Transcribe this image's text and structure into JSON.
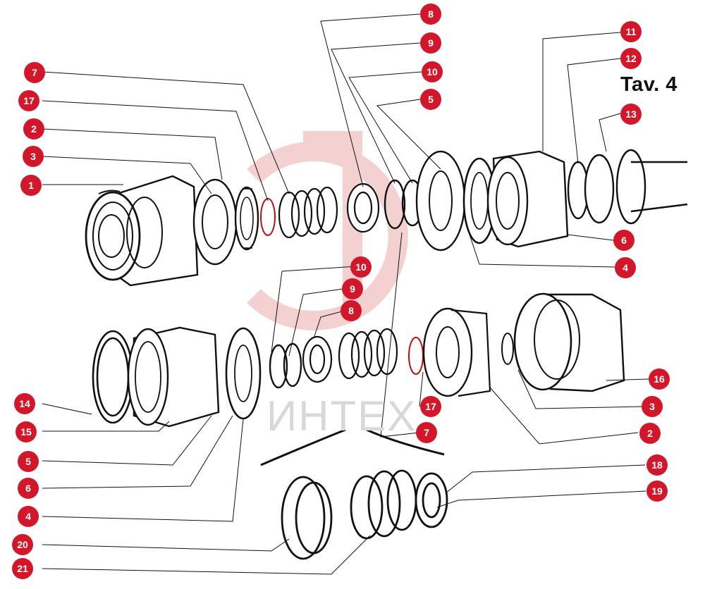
{
  "title": "Tav. 4",
  "watermark": "ИНТЕХ",
  "colors": {
    "callout": "#d3172b",
    "line": "#111111",
    "watermark": "#f3c9c9"
  },
  "callouts": [
    {
      "id": "c8a",
      "label": "8"
    },
    {
      "id": "c9a",
      "label": "9"
    },
    {
      "id": "c10a",
      "label": "10"
    },
    {
      "id": "c5a",
      "label": "5"
    },
    {
      "id": "c7a",
      "label": "7"
    },
    {
      "id": "c17a",
      "label": "17"
    },
    {
      "id": "c2a",
      "label": "2"
    },
    {
      "id": "c3a",
      "label": "3"
    },
    {
      "id": "c1a",
      "label": "1"
    },
    {
      "id": "c11",
      "label": "11"
    },
    {
      "id": "c12",
      "label": "12"
    },
    {
      "id": "c13",
      "label": "13"
    },
    {
      "id": "c6a",
      "label": "6"
    },
    {
      "id": "c4a",
      "label": "4"
    },
    {
      "id": "c10b",
      "label": "10"
    },
    {
      "id": "c9b",
      "label": "9"
    },
    {
      "id": "c8b",
      "label": "8"
    },
    {
      "id": "c16",
      "label": "16"
    },
    {
      "id": "c3b",
      "label": "3"
    },
    {
      "id": "c17b",
      "label": "17"
    },
    {
      "id": "c7b",
      "label": "7"
    },
    {
      "id": "c2b",
      "label": "2"
    },
    {
      "id": "c14",
      "label": "14"
    },
    {
      "id": "c15",
      "label": "15"
    },
    {
      "id": "c5b",
      "label": "5"
    },
    {
      "id": "c6b",
      "label": "6"
    },
    {
      "id": "c4b",
      "label": "4"
    },
    {
      "id": "c18",
      "label": "18"
    },
    {
      "id": "c19",
      "label": "19"
    },
    {
      "id": "c20",
      "label": "20"
    },
    {
      "id": "c21",
      "label": "21"
    }
  ]
}
